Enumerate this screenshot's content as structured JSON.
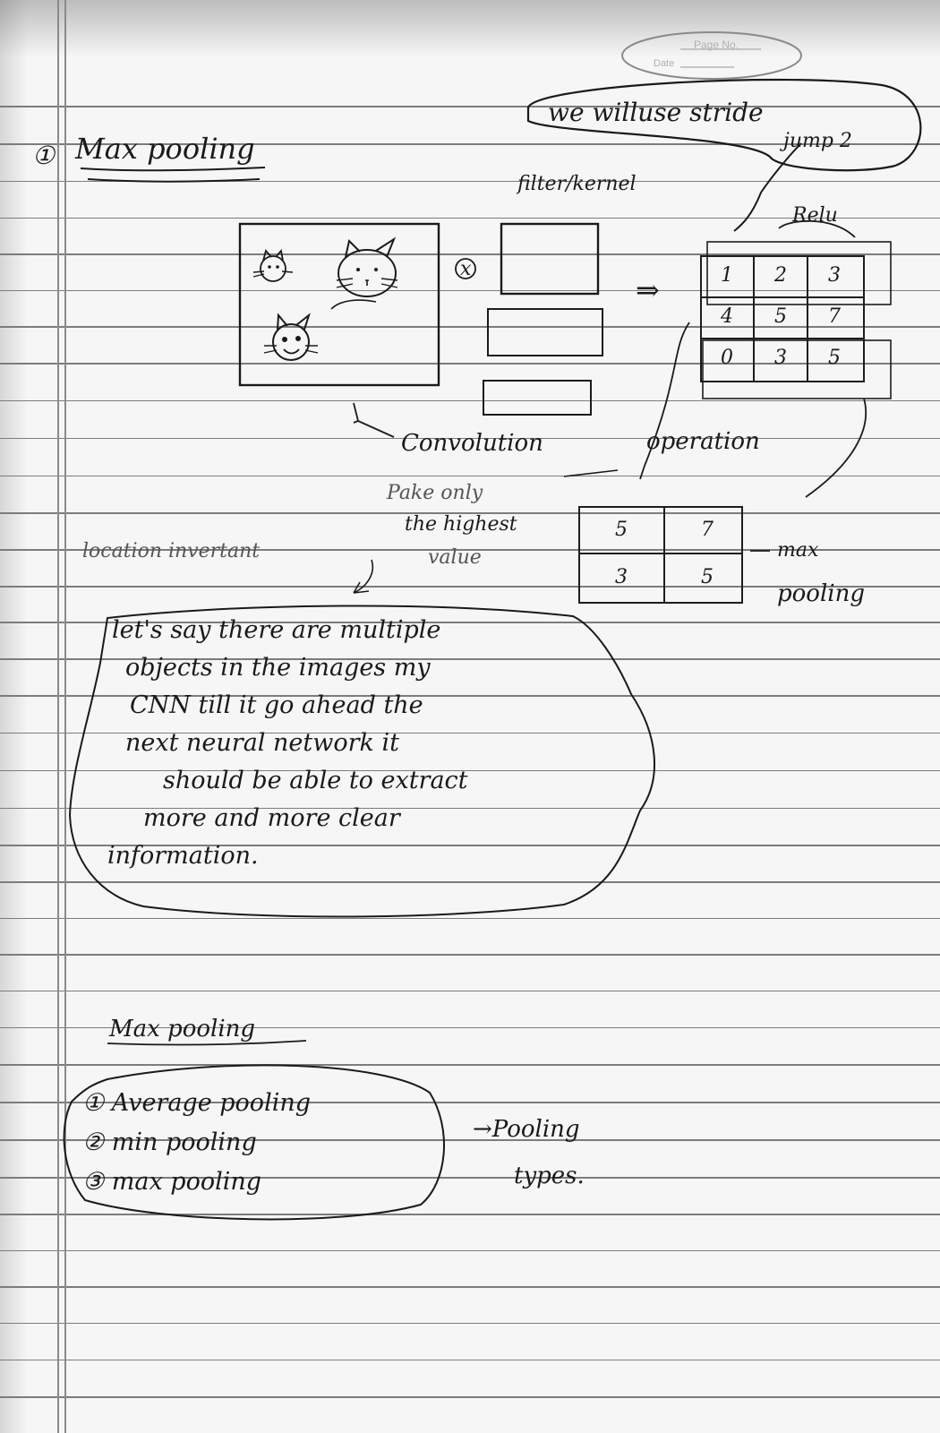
{
  "header": {
    "page_no_label": "Page No.",
    "date_label": "Date"
  },
  "title": {
    "number": "①",
    "text": "Max pooling"
  },
  "diagram": {
    "stride_note": "we willuse stride",
    "jump_note": "jump 2",
    "filter_label": "filter/kernel",
    "relu_label": "Relu",
    "op_symbol": "x",
    "arrow_symbol": "⇒",
    "convolution_label": "Convolution",
    "operation_label": "operation",
    "feature_map": [
      [
        "1",
        "2",
        "3"
      ],
      [
        "4",
        "5",
        "7"
      ],
      [
        "0",
        "3",
        "5"
      ]
    ],
    "pooled_map": [
      [
        "5",
        "7"
      ],
      [
        "3",
        "5"
      ]
    ],
    "take_note": [
      "Pake only",
      "the highest",
      "value"
    ],
    "location_invariant": "location invertant",
    "max_pooling_label": [
      "max",
      "pooling"
    ],
    "cat_icon": "cat-face-icon",
    "image_colors": {
      "ink": "#1a1a1a",
      "paper": "#f6f6f6",
      "rule": "#7c7c7c"
    }
  },
  "paragraph": {
    "lines": [
      "let's say there are multiple",
      "objects in the images my",
      "CNN till it go ahead the",
      "next neural network it",
      "should be able to extract",
      "more and more clear",
      "information."
    ]
  },
  "types": {
    "heading": "Max pooling",
    "items": [
      "① Average pooling",
      "② min pooling",
      "③ max pooling"
    ],
    "caption": [
      "→Pooling",
      "types."
    ]
  }
}
